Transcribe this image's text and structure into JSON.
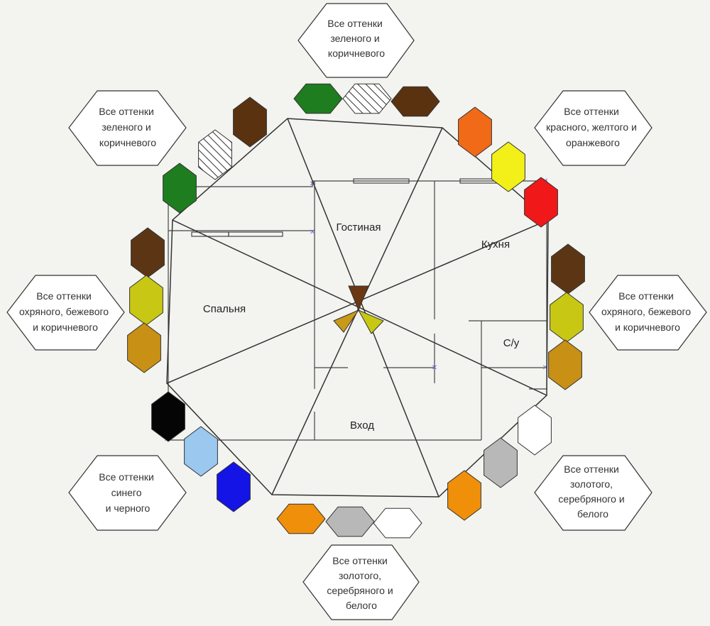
{
  "rooms": {
    "living": "Гостиная",
    "kitchen": "Кухня",
    "bedroom": "Спальня",
    "bathroom": "С/у",
    "entrance": "Вход"
  },
  "sectors": [
    {
      "id": "top",
      "lines": [
        "Все оттенки",
        "зеленого и",
        "коричневого"
      ],
      "swatches": [
        "#1e7d1e",
        "hatched",
        "#5a3210"
      ]
    },
    {
      "id": "top-left",
      "lines": [
        "Все оттенки",
        "зеленого и",
        "коричневого"
      ],
      "swatches": [
        "#5a3210",
        "hatched",
        "#1e7d1e"
      ]
    },
    {
      "id": "top-right",
      "lines": [
        "Все оттенки",
        "красного, желтого и",
        "оранжевого"
      ],
      "swatches": [
        "#f06a18",
        "#f2f018",
        "#f01818"
      ]
    },
    {
      "id": "left",
      "lines": [
        "Все оттенки",
        "охряного, бежевого",
        "и коричневого"
      ],
      "swatches": [
        "#5c3614",
        "#c8c814",
        "#c89014"
      ]
    },
    {
      "id": "right",
      "lines": [
        "Все оттенки",
        "охряного, бежевого",
        "и коричневого"
      ],
      "swatches": [
        "#5c3614",
        "#c8c814",
        "#c89014"
      ]
    },
    {
      "id": "bottom-left",
      "lines": [
        "Все оттенки",
        "синего",
        "и черного"
      ],
      "swatches": [
        "#050505",
        "#9ac8ee",
        "#1414e6"
      ]
    },
    {
      "id": "bottom-right",
      "lines": [
        "Все оттенки",
        "золотого,",
        "серебряного и",
        "белого"
      ],
      "swatches": [
        "#ffffff",
        "#b8b8b8",
        "#f0900a"
      ]
    },
    {
      "id": "bottom",
      "lines": [
        "Все оттенки",
        "золотого,",
        "серебряного и",
        "белого"
      ],
      "swatches": [
        "#f0900a",
        "#b8b8b8",
        "#ffffff"
      ]
    }
  ],
  "center_colors": [
    "#6b3712",
    "#c89a18",
    "#c8c814"
  ]
}
